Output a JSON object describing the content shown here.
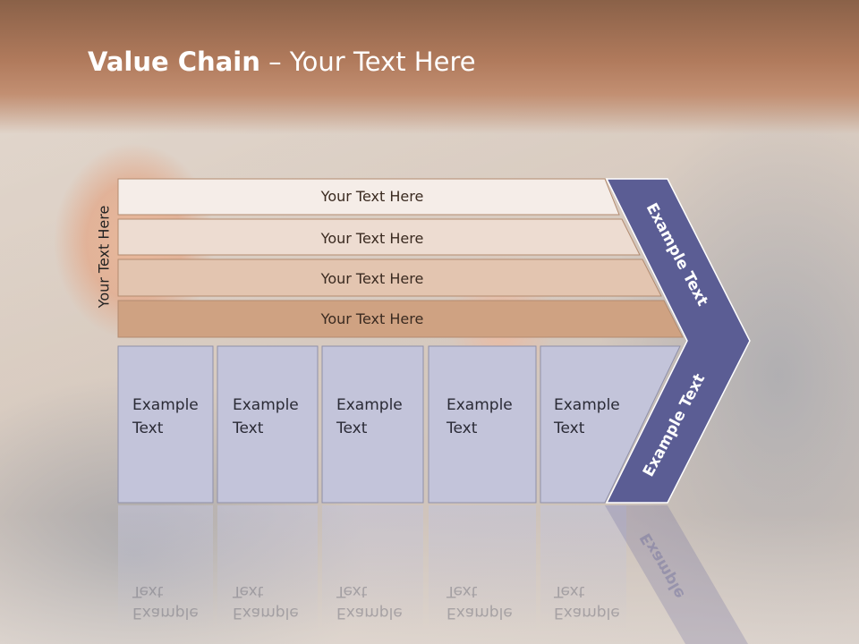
{
  "slide": {
    "title_bold": "Value Chain",
    "title_rest": " – Your Text Here",
    "side_label": "Your Text Here"
  },
  "bars": [
    {
      "label": "Your Text Here",
      "fill": "#f5ede8"
    },
    {
      "label": "Your Text Here",
      "fill": "#eddcd1"
    },
    {
      "label": "Your Text Here",
      "fill": "#e3c5b0"
    },
    {
      "label": "Your Text Here",
      "fill": "#cfa282"
    }
  ],
  "columns": [
    {
      "line1": "Example",
      "line2": "Text"
    },
    {
      "line1": "Example",
      "line2": "Text"
    },
    {
      "line1": "Example",
      "line2": "Text"
    },
    {
      "line1": "Example",
      "line2": "Text"
    },
    {
      "line1": "Example",
      "line2": "Text"
    }
  ],
  "chevron": {
    "upper_label": "Example Text",
    "lower_label": "Example Text",
    "fill": "#5b5d94"
  },
  "colors": {
    "column_fill": "#c3c4da",
    "bar_stroke": "#b38b70"
  }
}
